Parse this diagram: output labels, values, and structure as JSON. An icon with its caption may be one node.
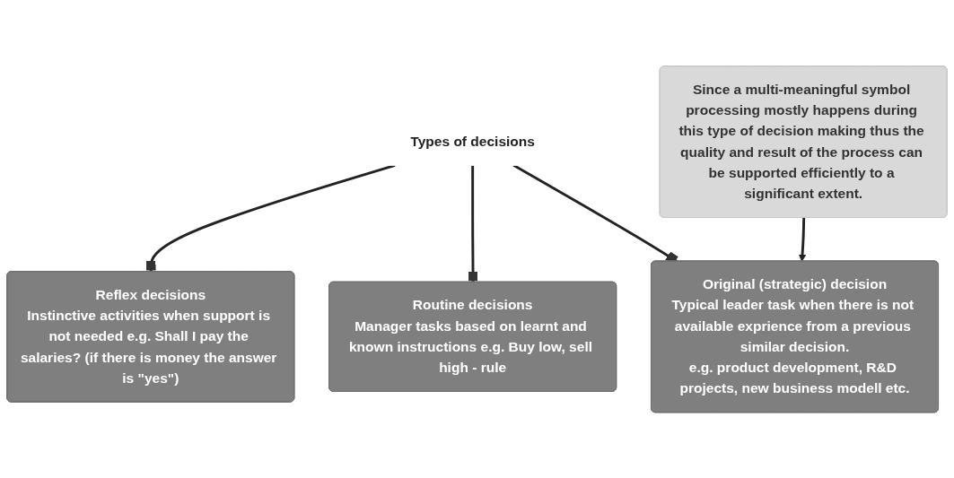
{
  "diagram": {
    "nodes": [
      {
        "text": [
          "Types of decisions"
        ]
      },
      {
        "text": [
          "Reflex decisions",
          "Instinctive activities when support is not needed e.g. Shall I pay the salaries? (if there is money the answer is \"yes\")"
        ]
      },
      {
        "text": [
          "Routine decisions",
          "Manager tasks based on learnt and known instructions e.g. Buy low, sell high - rule"
        ]
      },
      {
        "text": [
          "Original (strategic) decision",
          "Typical leader task when there is not available exprience from a previous similar decision.",
          "e.g. product development, R&D projects, new business modell etc."
        ]
      },
      {
        "text": [
          "Since a multi-meaningful symbol processing mostly happens during this type of decision making thus the quality and result of the process can be supported efficiently to a significant extent."
        ]
      }
    ],
    "edges": [
      {
        "from": 0,
        "to": 1,
        "arrow": "other"
      },
      {
        "from": 0,
        "to": 2,
        "arrow": "other"
      },
      {
        "from": 0,
        "to": 3,
        "arrow": "other"
      },
      {
        "from": 4,
        "to": 3,
        "arrow": "to"
      }
    ]
  }
}
